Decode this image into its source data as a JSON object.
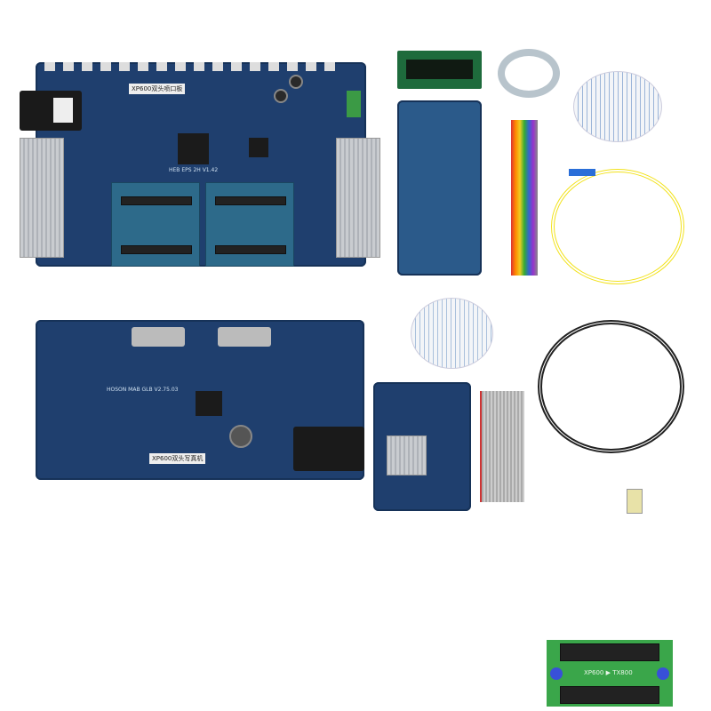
{
  "items": {
    "board1": {
      "label": "XP600双头喷口板",
      "silk": "HEB EPS 2H V1.42"
    },
    "board2": {
      "silk": "HOSON MAB GLB V2.75.03",
      "label": "XP600双头写真机"
    },
    "adapter": {
      "silk": "XP600 ▶ TX800"
    }
  },
  "colors": {
    "pcb_blue": "#1f3f6e",
    "adapter_green": "#3aa64a",
    "fiber_yellow": "#f2e21a"
  }
}
